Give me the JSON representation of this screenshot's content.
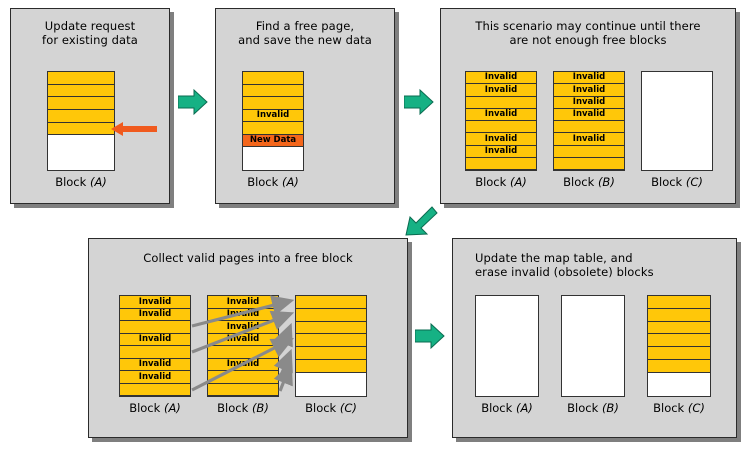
{
  "colors": {
    "page_background": "#ffffff",
    "panel_background": "#d4d4d4",
    "panel_border": "#2b2b2b",
    "valid_page": "#ffc709",
    "new_data_page": "#f4661b",
    "free_page": "#ffffff",
    "flow_arrow": "#16b184",
    "update_arrow": "#f05a1e",
    "copy_arrow": "#808080"
  },
  "panels": [
    {
      "id": "panel-update-request",
      "caption": "Update request\nfor existing data",
      "blocks": [
        {
          "label": "Block (A)",
          "label_plain": "Block ",
          "label_italic": "(A)",
          "rows": [
            "valid",
            "valid",
            "valid",
            "valid",
            "valid",
            "free",
            "free",
            "free"
          ],
          "row_texts": [
            "",
            "",
            "",
            "",
            "",
            "",
            "",
            ""
          ]
        }
      ],
      "annotations": [
        "update-pointer-arrow"
      ]
    },
    {
      "id": "panel-find-free-page",
      "caption": "Find a free page,\nand save the new data",
      "blocks": [
        {
          "label": "Block (A)",
          "label_plain": "Block ",
          "label_italic": "(A)",
          "rows": [
            "valid",
            "valid",
            "valid",
            "invalid",
            "valid",
            "newdata",
            "free",
            "free"
          ],
          "row_texts": [
            "",
            "",
            "",
            "Invalid",
            "",
            "New Data",
            "",
            ""
          ]
        }
      ],
      "annotations": []
    },
    {
      "id": "panel-not-enough-free-blocks",
      "caption": "This scenario may continue until there\nare not enough free blocks",
      "blocks": [
        {
          "label": "Block (A)",
          "label_plain": "Block ",
          "label_italic": "(A)",
          "rows": [
            "invalid",
            "invalid",
            "valid",
            "invalid",
            "valid",
            "invalid",
            "invalid",
            "valid"
          ],
          "row_texts": [
            "Invalid",
            "Invalid",
            "",
            "Invalid",
            "",
            "Invalid",
            "Invalid",
            ""
          ]
        },
        {
          "label": "Block (B)",
          "label_plain": "Block ",
          "label_italic": "(B)",
          "rows": [
            "invalid",
            "invalid",
            "invalid",
            "invalid",
            "valid",
            "invalid",
            "valid",
            "valid"
          ],
          "row_texts": [
            "Invalid",
            "Invalid",
            "Invalid",
            "Invalid",
            "",
            "Invalid",
            "",
            ""
          ]
        },
        {
          "label": "Block (C)",
          "label_plain": "Block ",
          "label_italic": "(C)",
          "rows": [
            "free",
            "free",
            "free",
            "free",
            "free",
            "free",
            "free",
            "free"
          ],
          "row_texts": [
            "",
            "",
            "",
            "",
            "",
            "",
            "",
            ""
          ]
        }
      ],
      "annotations": []
    },
    {
      "id": "panel-collect-valid-pages",
      "caption": "Collect valid pages into a free block",
      "blocks": [
        {
          "label": "Block (A)",
          "label_plain": "Block ",
          "label_italic": "(A)",
          "rows": [
            "invalid",
            "invalid",
            "valid",
            "invalid",
            "valid",
            "invalid",
            "invalid",
            "valid"
          ],
          "row_texts": [
            "Invalid",
            "Invalid",
            "",
            "Invalid",
            "",
            "Invalid",
            "Invalid",
            ""
          ]
        },
        {
          "label": "Block (B)",
          "label_plain": "Block ",
          "label_italic": "(B)",
          "rows": [
            "invalid",
            "invalid",
            "invalid",
            "invalid",
            "valid",
            "invalid",
            "valid",
            "valid"
          ],
          "row_texts": [
            "Invalid",
            "Invalid",
            "Invalid",
            "Invalid",
            "",
            "Invalid",
            "",
            ""
          ]
        },
        {
          "label": "Block (C)",
          "label_plain": "Block ",
          "label_italic": "(C)",
          "rows": [
            "valid",
            "valid",
            "valid",
            "valid",
            "valid",
            "valid",
            "free",
            "free"
          ],
          "row_texts": [
            "",
            "",
            "",
            "",
            "",
            "",
            "",
            ""
          ]
        }
      ],
      "annotations": [
        "copy-arrows"
      ]
    },
    {
      "id": "panel-update-map-table",
      "caption": "Update the map table, and\nerase invalid (obsolete) blocks",
      "blocks": [
        {
          "label": "Block (A)",
          "label_plain": "Block ",
          "label_italic": "(A)",
          "rows": [
            "free",
            "free",
            "free",
            "free",
            "free",
            "free",
            "free",
            "free"
          ],
          "row_texts": [
            "",
            "",
            "",
            "",
            "",
            "",
            "",
            ""
          ]
        },
        {
          "label": "Block (B)",
          "label_plain": "Block ",
          "label_italic": "(B)",
          "rows": [
            "free",
            "free",
            "free",
            "free",
            "free",
            "free",
            "free",
            "free"
          ],
          "row_texts": [
            "",
            "",
            "",
            "",
            "",
            "",
            "",
            ""
          ]
        },
        {
          "label": "Block (C)",
          "label_plain": "Block ",
          "label_italic": "(C)",
          "rows": [
            "valid",
            "valid",
            "valid",
            "valid",
            "valid",
            "valid",
            "free",
            "free"
          ],
          "row_texts": [
            "",
            "",
            "",
            "",
            "",
            "",
            "",
            ""
          ]
        }
      ],
      "annotations": []
    }
  ],
  "flow_arrows": [
    {
      "name": "flow-arrow-1-to-2",
      "direction": "right"
    },
    {
      "name": "flow-arrow-2-to-3",
      "direction": "right"
    },
    {
      "name": "flow-arrow-3-to-4",
      "direction": "down-left"
    },
    {
      "name": "flow-arrow-4-to-5",
      "direction": "right"
    }
  ]
}
